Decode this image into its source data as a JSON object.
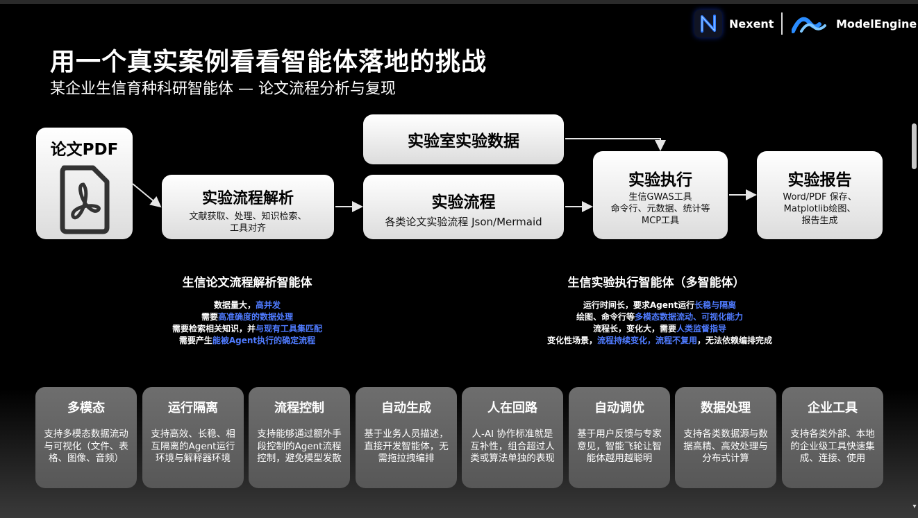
{
  "logos": {
    "nexent": "Nexent",
    "modelengine": "ModelEngine"
  },
  "title": "用一个真实案例看看智能体落地的挑战",
  "subtitle": "某企业生信育种科研智能体 — 论文流程分析与复现",
  "flow": {
    "pdf": {
      "title": "论文PDF"
    },
    "parse": {
      "title": "实验流程解析",
      "desc": [
        "文献获取、处理、知识检索、",
        "工具对齐"
      ]
    },
    "lab": {
      "title": "实验室实验数据"
    },
    "process": {
      "title": "实验流程",
      "desc": "各类论文实验流程 Json/Mermaid"
    },
    "exec": {
      "title": "实验执行",
      "desc": [
        "生信GWAS工具",
        "命令行、元数据、统计等",
        "MCP工具"
      ]
    },
    "report": {
      "title": "实验报告",
      "desc": [
        "Word/PDF 保存、",
        "Matplotlib绘图、",
        "报告生成"
      ]
    }
  },
  "agents": {
    "left": {
      "title": "生信论文流程解析智能体",
      "lines": [
        {
          "pre": "数据量大，",
          "hl": "高并发",
          "post": ""
        },
        {
          "pre": "需要",
          "hl": "高准确度的数据处理",
          "post": ""
        },
        {
          "pre": "需要检索相关知识，并",
          "hl": "与现有工具集匹配",
          "post": ""
        },
        {
          "pre": "需要产生",
          "hl": "能被Agent执行的确定流程",
          "post": ""
        }
      ]
    },
    "right": {
      "title": "生信实验执行智能体（多智能体）",
      "lines": [
        {
          "pre": "运行时间长，要求Agent运行",
          "hl": "长稳与隔离",
          "post": ""
        },
        {
          "pre": "绘图、命令行等",
          "hl": "多模态数据流动、可视化能力",
          "post": ""
        },
        {
          "pre": "流程长，变化大，需要",
          "hl": "人类监督指导",
          "post": ""
        },
        {
          "pre": "变化性场景，",
          "hl": "流程持续变化，流程不复用",
          "post": "，无法依赖编排完成"
        }
      ]
    }
  },
  "cards": [
    {
      "title": "多模态",
      "desc": "支持多模态数据流动与可视化（文件、表格、图像、音频）"
    },
    {
      "title": "运行隔离",
      "desc": "支持高效、长稳、相互隔离的Agent运行环境与解释器环境"
    },
    {
      "title": "流程控制",
      "desc": "支持能够通过额外手段控制的Agent流程控制，避免模型发散"
    },
    {
      "title": "自动生成",
      "desc": "基于业务人员描述，直接开发智能体，无需拖拉拽编排"
    },
    {
      "title": "人在回路",
      "desc": "人-AI 协作标准就是互补性，组合超过人类或算法单独的表现"
    },
    {
      "title": "自动调优",
      "desc": "基于用户反馈与专家意见，智能飞轮让智能体越用越聪明"
    },
    {
      "title": "数据处理",
      "desc": "支持各类数据源与数据高精、高效处理与分布式计算"
    },
    {
      "title": "企业工具",
      "desc": "支持各类外部、本地的企业级工具快速集成、连接、使用"
    }
  ],
  "colors": {
    "highlight": "#4f7bff",
    "box_light": "#ffffff",
    "card_gray": "#666666",
    "background": "#000000"
  }
}
